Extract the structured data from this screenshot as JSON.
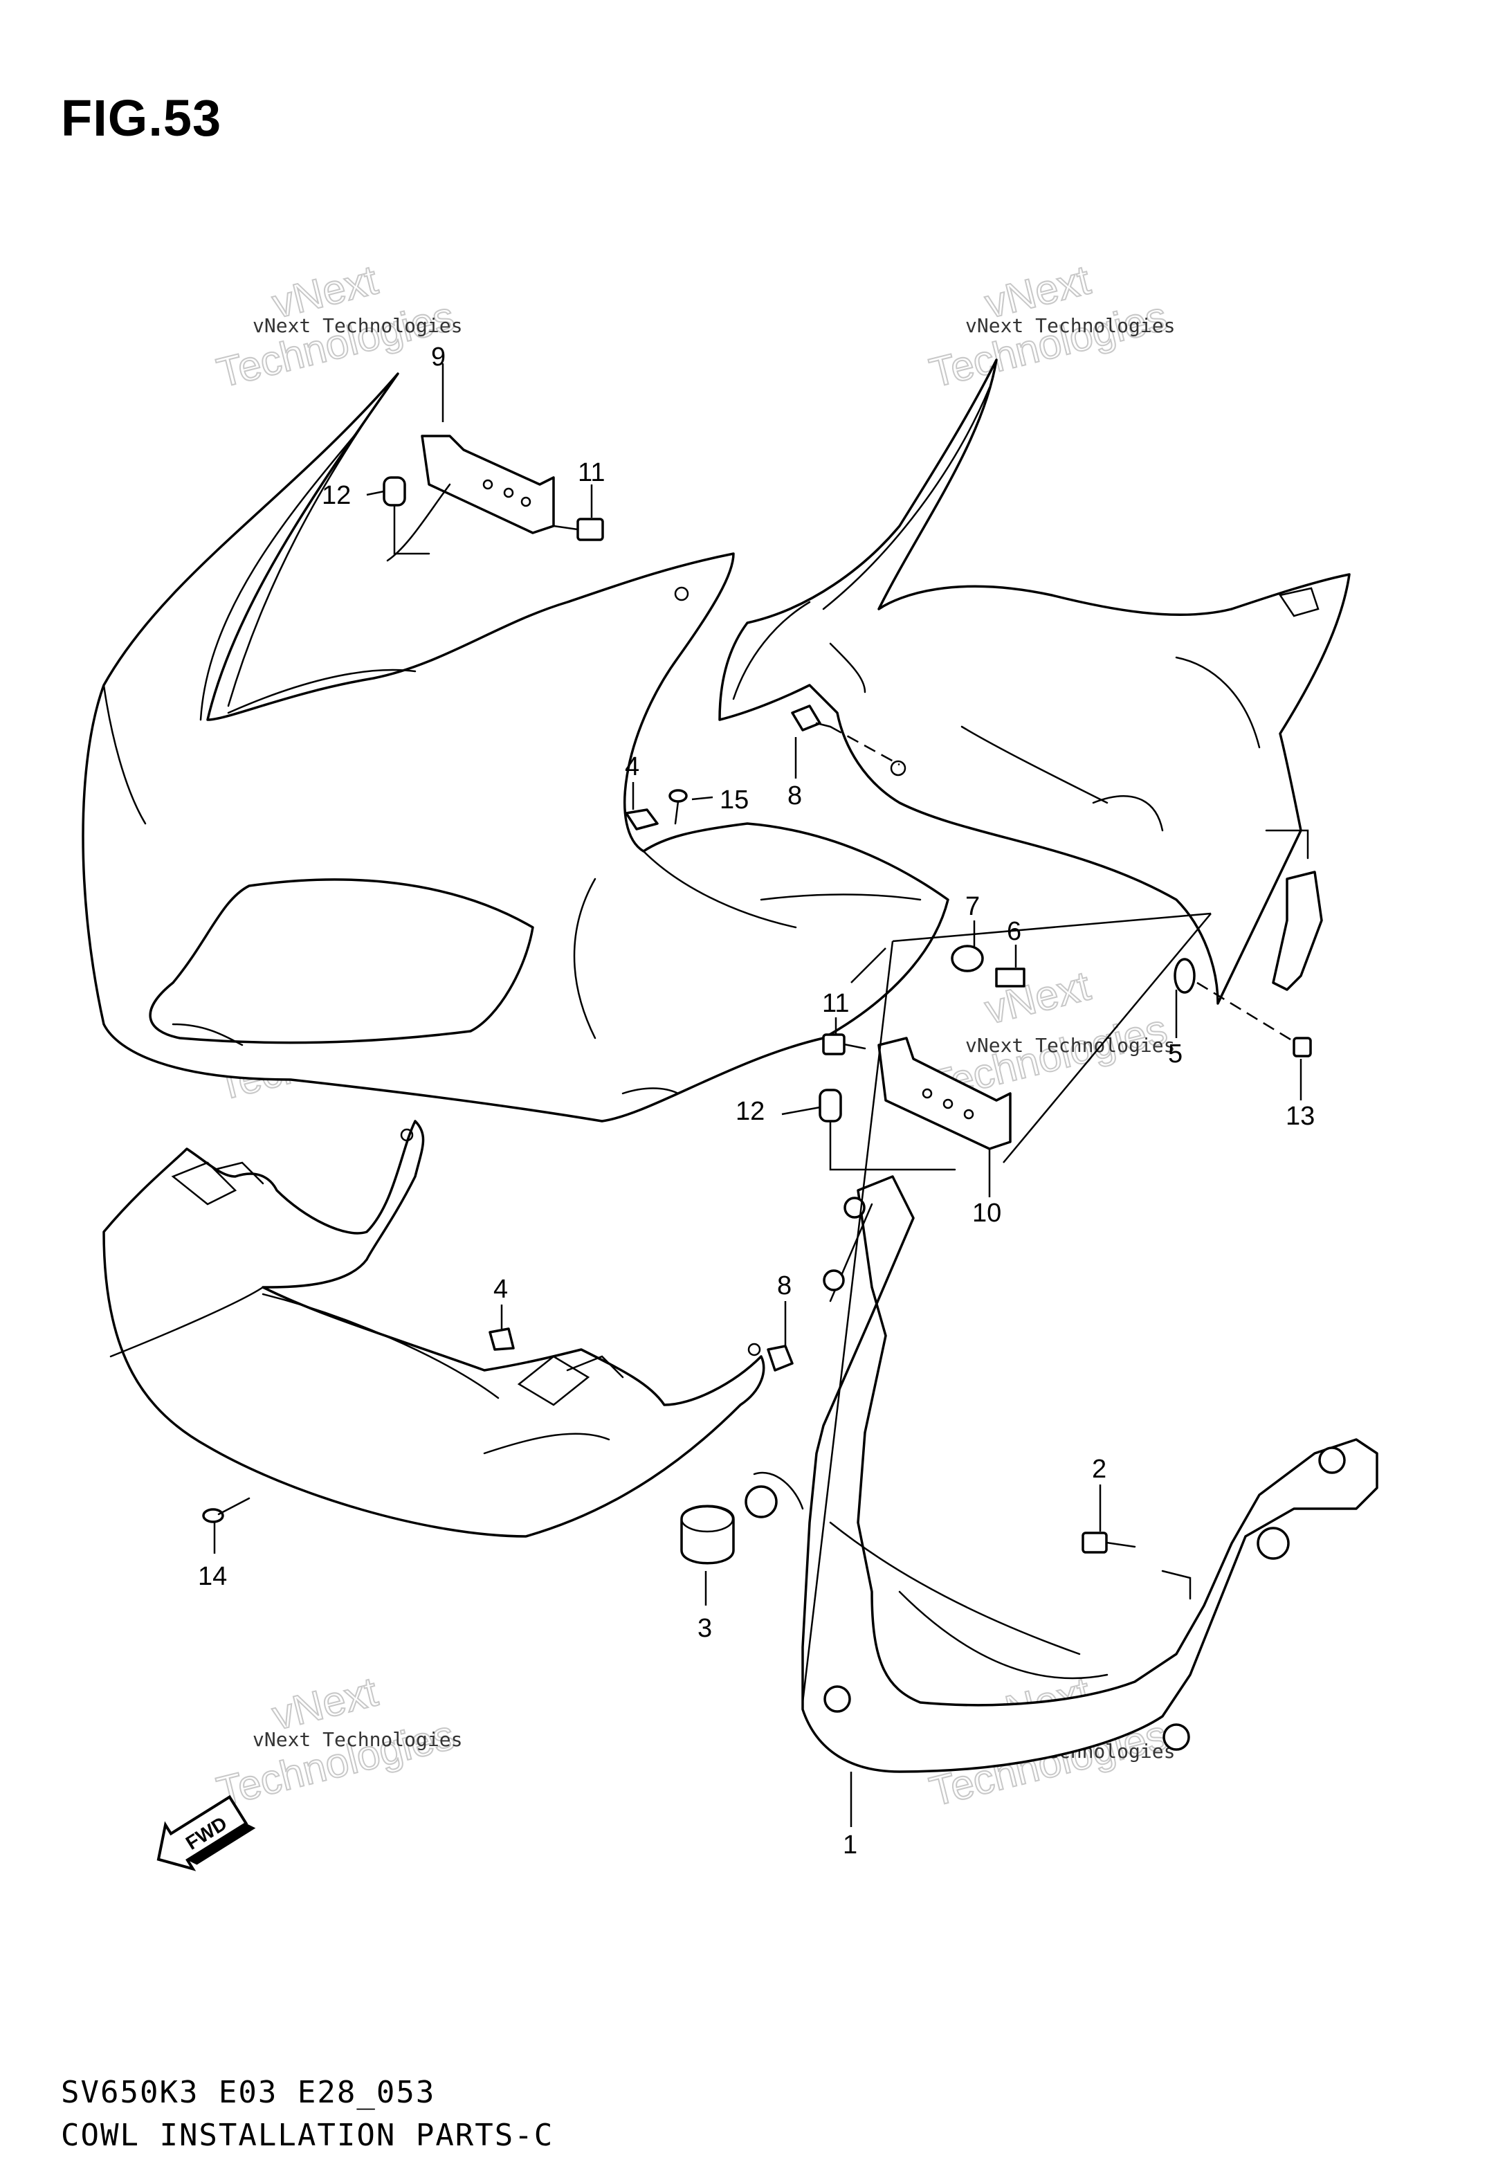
{
  "figure_title": "FIG.53",
  "footer": {
    "model_code": "SV650K3 E03 E28_053",
    "section_name": "COWL INSTALLATION PARTS-C"
  },
  "watermark": {
    "company": "vNext Technologies",
    "line1": "vNext",
    "line2": "Technologies"
  },
  "fwd_label": "FWD",
  "callouts": [
    {
      "id": "c9a",
      "number": "9"
    },
    {
      "id": "c11a",
      "number": "11"
    },
    {
      "id": "c12a",
      "number": "12"
    },
    {
      "id": "c4a",
      "number": "4"
    },
    {
      "id": "c15",
      "number": "15"
    },
    {
      "id": "c8a",
      "number": "8"
    },
    {
      "id": "c7",
      "number": "7"
    },
    {
      "id": "c6",
      "number": "6"
    },
    {
      "id": "c5",
      "number": "5"
    },
    {
      "id": "c13",
      "number": "13"
    },
    {
      "id": "c11b",
      "number": "11"
    },
    {
      "id": "c12b",
      "number": "12"
    },
    {
      "id": "c10",
      "number": "10"
    },
    {
      "id": "c4b",
      "number": "4"
    },
    {
      "id": "c8b",
      "number": "8"
    },
    {
      "id": "c2",
      "number": "2"
    },
    {
      "id": "c3",
      "number": "3"
    },
    {
      "id": "c14",
      "number": "14"
    },
    {
      "id": "c1",
      "number": "1"
    }
  ]
}
